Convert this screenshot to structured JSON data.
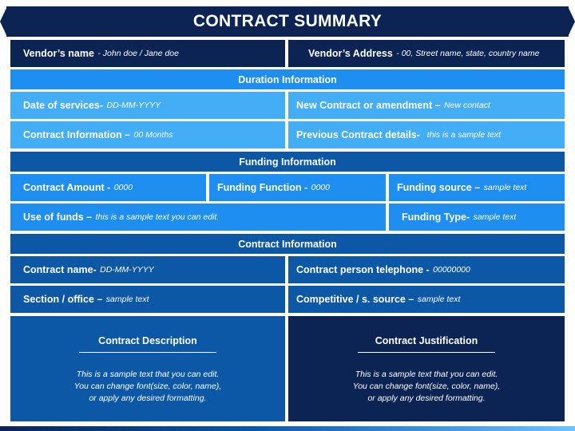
{
  "title": "CONTRACT SUMMARY",
  "vendor": {
    "name_label": "Vendor’s name",
    "name_value": "-  John doe / Jane doe",
    "address_label": "Vendor’s Address",
    "address_value": "-  00, Street name, state, country name"
  },
  "duration": {
    "header": "Duration Information",
    "date_label": "Date of services-",
    "date_value": "DD-MM-YYYY",
    "new_contract_label": "New Contract or amendment –",
    "new_contract_value": "New contact",
    "contract_info_label": "Contract Information –",
    "contract_info_value": "00 Months",
    "previous_label": "Previous Contract details-",
    "previous_value": "this is a sample text"
  },
  "funding": {
    "header": "Funding Information",
    "amount_label": "Contract Amount -",
    "amount_value": "0000",
    "function_label": "Funding Function -",
    "function_value": "0000",
    "source_label": "Funding source –",
    "source_value": "sample text",
    "use_label": "Use of funds –",
    "use_value": "this is a sample text you can edit.",
    "type_label": "Funding Type-",
    "type_value": "sample text"
  },
  "contract": {
    "header": "Contract Information",
    "name_label": "Contract name-",
    "name_value": "DD-MM-YYYY",
    "phone_label": "Contract person telephone -",
    "phone_value": "00000000",
    "section_label": "Section / office –",
    "section_value": "sample text",
    "competitive_label": "Competitive / s. source –",
    "competitive_value": "sample text"
  },
  "description": {
    "title": "Contract Description",
    "line1": "This is a sample text that you can edit.",
    "line2": "You can change font(size, color, name),",
    "line3": "or apply any desired formatting."
  },
  "justification": {
    "title": "Contract Justification",
    "line1": "This is a sample text that you can edit.",
    "line2": "You can change font(size, color, name),",
    "line3": "or apply any desired formatting."
  },
  "colors": {
    "navy": "#0b2454",
    "blue": "#1e8ef0",
    "light_blue": "#43adf5",
    "dark_blue": "#0c58a6"
  }
}
